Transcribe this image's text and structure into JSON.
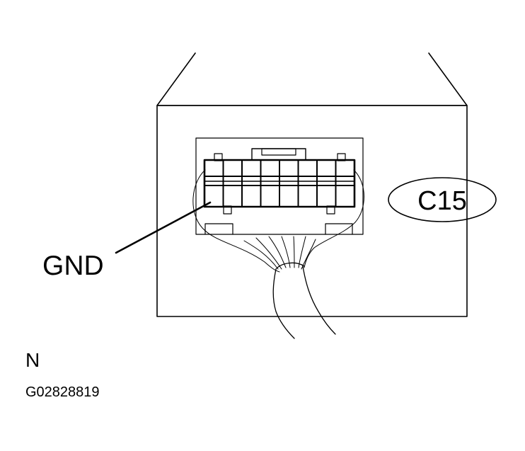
{
  "diagram": {
    "ground_label": "GND",
    "connector_id": "C15",
    "view_marker": "N",
    "figure_code": "G02828819",
    "colors": {
      "stroke": "#000000",
      "background": "#ffffff"
    }
  }
}
